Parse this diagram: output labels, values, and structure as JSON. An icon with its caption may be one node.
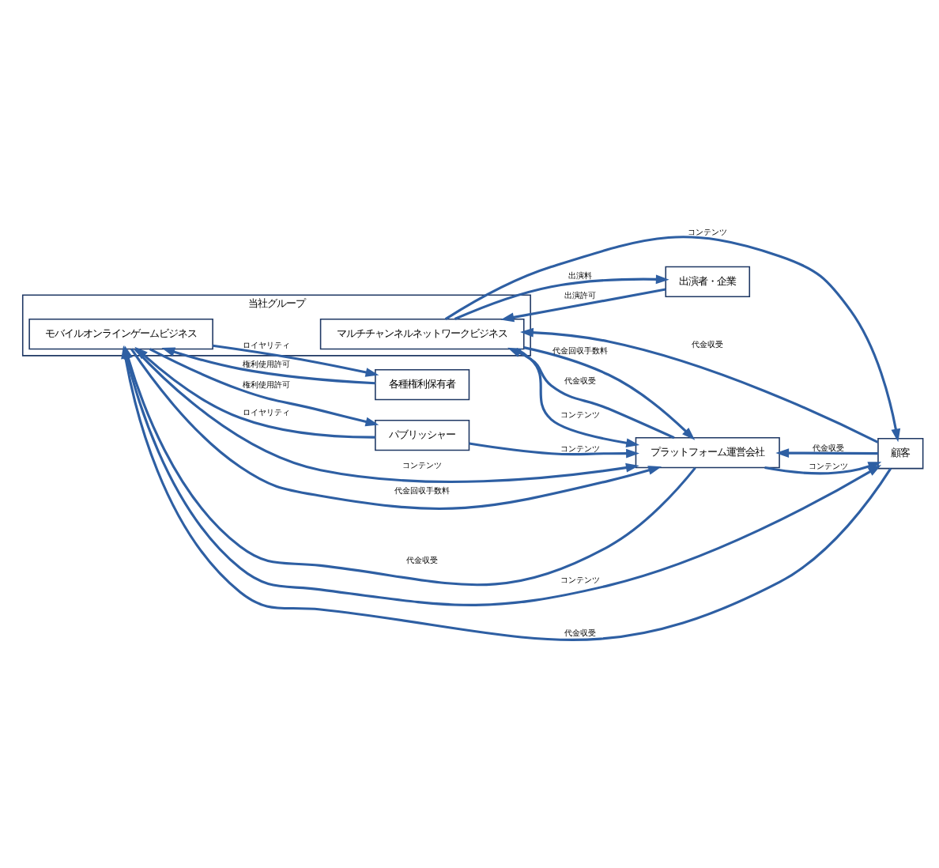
{
  "diagram": {
    "nodes": [
      {
        "text": [
          "当社グループ"
        ]
      },
      {
        "text": [
          "モバイルオンラインゲームビジネス"
        ],
        "in": 0
      },
      {
        "text": [
          "マルチチャンネルネットワークビジネス"
        ],
        "in": 0
      },
      {
        "text": [
          "各種権利保有者"
        ]
      },
      {
        "text": [
          "出演者・企業"
        ]
      },
      {
        "text": [
          "パブリッシャー"
        ]
      },
      {
        "text": [
          "プラットフォーム運営会社"
        ]
      },
      {
        "text": [
          "顧客"
        ]
      }
    ],
    "edges": [
      {
        "from": 1,
        "to": 7,
        "arrow": "to",
        "label": "コンテンツ"
      },
      {
        "from": 7,
        "to": 1,
        "arrow": "to",
        "label": "代金収受"
      },
      {
        "from": 1,
        "to": 6,
        "arrow": "to",
        "label": "コンテンツ"
      },
      {
        "from": 6,
        "to": 1,
        "arrow": "to",
        "label": "代金収受"
      },
      {
        "from": 1,
        "to": 6,
        "arrow": "to",
        "label": "代金回収手数料"
      },
      {
        "from": 1,
        "to": 5,
        "arrow": "to",
        "label": "権利使用許可"
      },
      {
        "from": 5,
        "to": 1,
        "arrow": "to",
        "label": "ロイヤリティ"
      },
      {
        "from": 5,
        "to": 6,
        "arrow": "to",
        "label": "コンテンツ"
      },
      {
        "from": 6,
        "to": 7,
        "arrow": "to",
        "label": "コンテンツ"
      },
      {
        "from": 7,
        "to": 6,
        "arrow": "to",
        "label": "代金収受"
      },
      {
        "from": 2,
        "to": 6,
        "arrow": "to",
        "label": "コンテンツ"
      },
      {
        "from": 6,
        "to": 2,
        "arrow": "to",
        "label": "代金収受"
      },
      {
        "from": 2,
        "to": 6,
        "arrow": "to",
        "label": "代金回収手数料"
      },
      {
        "from": 2,
        "to": 7,
        "arrow": "to",
        "label": "コンテンツ"
      },
      {
        "from": 7,
        "to": 2,
        "arrow": "to",
        "label": "代金収受"
      },
      {
        "from": 3,
        "to": 1,
        "arrow": "to",
        "label": "権利使用許可"
      },
      {
        "from": 1,
        "to": 3,
        "arrow": "to",
        "label": "ロイヤリティ"
      },
      {
        "from": 4,
        "to": 2,
        "arrow": "to",
        "label": "出演許可"
      },
      {
        "from": 2,
        "to": 4,
        "arrow": "to",
        "label": "出演料"
      }
    ]
  }
}
